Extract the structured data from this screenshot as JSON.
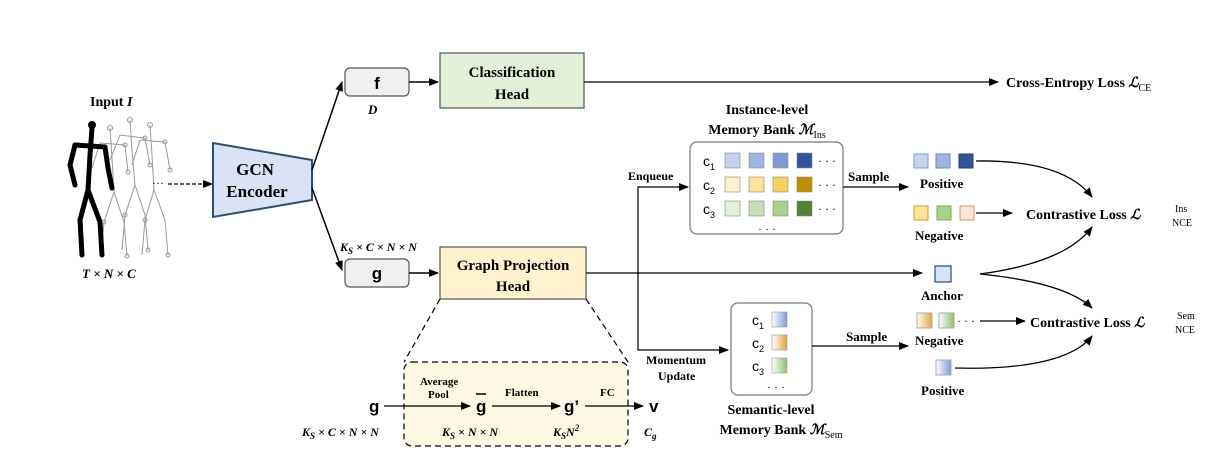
{
  "input": {
    "title": "Input",
    "symbol": "I",
    "shape": "T × N × C"
  },
  "encoder": {
    "line1": "GCN",
    "line2": "Encoder"
  },
  "f_node": {
    "label": "f",
    "dim": "D"
  },
  "g_node": {
    "label": "g",
    "dim": "K",
    "dim_sub": "S",
    "dim_rest": " × C × N × N"
  },
  "cls_head": {
    "line1": "Classification",
    "line2": "Head"
  },
  "ce_loss": {
    "text": "Cross-Entropy Loss ",
    "symbol": "ℒ",
    "sub": "CE"
  },
  "proj_head": {
    "line1": "Graph Projection",
    "line2": "Head"
  },
  "ins_bank": {
    "line1": "Instance-level",
    "line2": "Memory Bank ",
    "symbol": "ℳ",
    "sub": "Ins",
    "rows": [
      {
        "label": "c",
        "sub": "1",
        "cells": [
          "#c7d3ea",
          "#9fb4e0",
          "#7f9bd6",
          "#2f5597"
        ]
      },
      {
        "label": "c",
        "sub": "2",
        "cells": [
          "#fdf0cf",
          "#fbe39a",
          "#f5d25f",
          "#bf8f00"
        ]
      },
      {
        "label": "c",
        "sub": "3",
        "cells": [
          "#e2efd9",
          "#c5e0b4",
          "#a9d18e",
          "#548235"
        ]
      }
    ]
  },
  "sem_bank": {
    "line1": "Semantic-level",
    "line2": "Memory Bank ",
    "symbol": "ℳ",
    "sub": "Sem",
    "rows": [
      {
        "label": "c",
        "sub": "1",
        "color": "#7f9bd6"
      },
      {
        "label": "c",
        "sub": "2",
        "color": "#f0c060"
      },
      {
        "label": "c",
        "sub": "3",
        "color": "#a9d18e"
      }
    ]
  },
  "labels": {
    "enqueue": "Enqueue",
    "sample1": "Sample",
    "sample2": "Sample",
    "momentum1": "Momentum",
    "momentum2": "Update",
    "positive_top": "Positive",
    "negative_top": "Negative",
    "anchor": "Anchor",
    "negative_bottom": "Negative",
    "positive_bottom": "Positive",
    "dots": "· · ·"
  },
  "loss_ins": {
    "text": "Contrastive Loss ",
    "symbol": "ℒ",
    "sup": "Ins",
    "sub": "NCE"
  },
  "loss_sem": {
    "text": "Contrastive Loss ",
    "symbol": "ℒ",
    "sup": "Sem",
    "sub": "NCE"
  },
  "detail": {
    "g": "g",
    "g_dim": " × C × N × N",
    "avg1": "Average",
    "avg2": "Pool",
    "gbar": "g",
    "gbar_dim": " × N × N",
    "flatten": "Flatten",
    "gprime": "g’",
    "gprime_dim_a": "K",
    "gprime_dim_b": "N",
    "fc": "FC",
    "v": "v",
    "v_dim": "C",
    "v_sub": "g",
    "ks": "K",
    "s": "S",
    "sq": "2"
  },
  "colors": {
    "encoder_fill": "#dae3f3",
    "encoder_stroke": "#2f4f6f",
    "cls_fill": "#e2efd9",
    "proj_fill": "#fff2cc",
    "detail_fill": "#fdf8e4",
    "anchor_fill": "#dae3f3",
    "anchor_stroke": "#2f5597"
  }
}
